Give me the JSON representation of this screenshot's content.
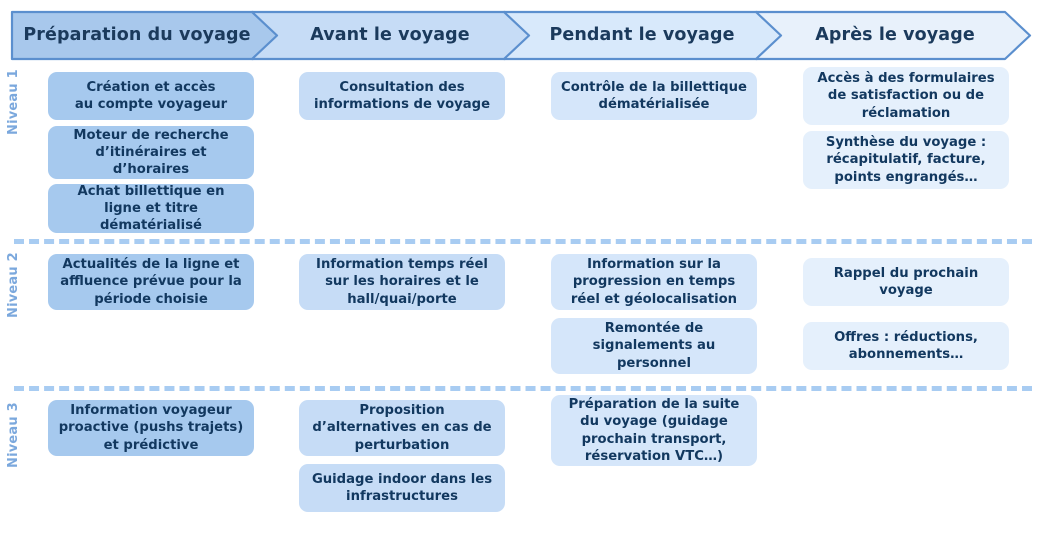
{
  "header": {
    "phases": [
      {
        "label": "Préparation du voyage",
        "color": "#a8c8ec"
      },
      {
        "label": "Avant le voyage",
        "color": "#c6dcf6"
      },
      {
        "label": "Pendant le voyage",
        "color": "#d8e9fb"
      },
      {
        "label": "Après le voyage",
        "color": "#e8f1fb"
      }
    ],
    "border_color": "#5b8fce"
  },
  "levels": [
    {
      "label": "Niveau 1"
    },
    {
      "label": "Niveau 2"
    },
    {
      "label": "Niveau 3"
    }
  ],
  "cards": {
    "level1": {
      "col1": [
        "Création et accès\nau compte voyageur",
        "Moteur de recherche\nd’itinéraires et\nd’horaires",
        "Achat billettique en\nligne et titre\ndématérialisé"
      ],
      "col2": [
        "Consultation des\ninformations de voyage"
      ],
      "col3": [
        "Contrôle de la billettique\ndématérialisée"
      ],
      "col4": [
        "Accès à des formulaires\nde satisfaction ou de\nréclamation",
        "Synthèse du voyage :\nrécapitulatif, facture,\npoints engrangés…"
      ]
    },
    "level2": {
      "col1": [
        "Actualités de la ligne et\naffluence prévue pour la\npériode choisie"
      ],
      "col2": [
        "Information temps réel\nsur les horaires et le\nhall/quai/porte"
      ],
      "col3": [
        "Information sur la\nprogression en temps\nréel et géolocalisation",
        "Remontée de\nsignalements au\npersonnel"
      ],
      "col4": [
        "Rappel du prochain\nvoyage",
        "Offres : réductions,\nabonnements…"
      ]
    },
    "level3": {
      "col1": [
        "Information voyageur\nproactive (pushs trajets)\net prédictive"
      ],
      "col2": [
        "Proposition\nd’alternatives en cas de\nperturbation",
        "Guidage indoor dans les\ninfrastructures"
      ],
      "col3": [
        "Préparation de la suite\ndu voyage (guidage\nprochain transport,\nréservation VTC…)"
      ],
      "col4": []
    }
  },
  "colors": {
    "text": "#12385f",
    "level_label": "#7ba8dd",
    "divider": "#a8ccf2",
    "card_col1": "#a6c9ee",
    "card_col2": "#c6dcf6",
    "card_col3": "#d5e6fa",
    "card_col4": "#e5f0fc"
  }
}
